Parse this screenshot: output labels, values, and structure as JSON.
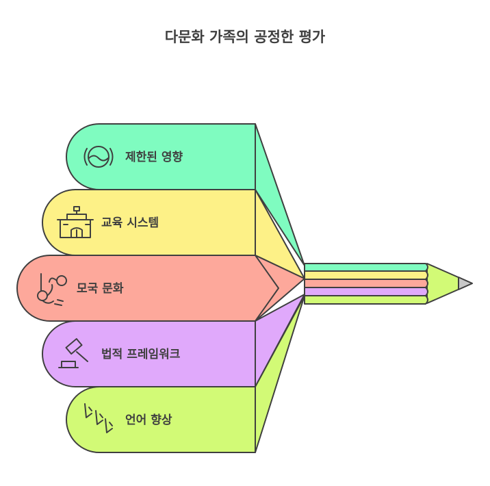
{
  "title": "다문화 가족의 공정한 평가",
  "colors": {
    "green": "#7ffcc0",
    "yellow": "#fdf187",
    "red": "#fda89b",
    "purple": "#e0a9fb",
    "lime": "#d2fa76",
    "outline": "#3f3f3f",
    "tip": "#c8c8c8"
  },
  "items": [
    {
      "label": "제한된 영향",
      "icon": "bowl-icon"
    },
    {
      "label": "교육 시스템",
      "icon": "school-building-icon"
    },
    {
      "label": "모국 문화",
      "icon": "plant-vine-icon"
    },
    {
      "label": "법적 프레임워크",
      "icon": "gavel-icon"
    },
    {
      "label": "언어 향상",
      "icon": "sprout-icon"
    }
  ]
}
